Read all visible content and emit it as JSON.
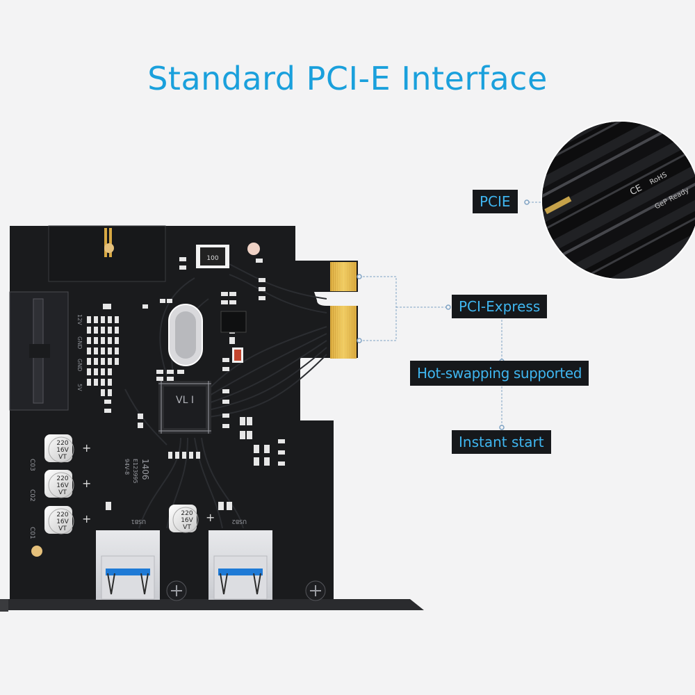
{
  "headline": "Standard PCI-E Interface",
  "callouts": {
    "pcie": "PCIE",
    "pci_express": "PCI-Express",
    "hot_swap": "Hot-swapping supported",
    "instant_start": "Instant start"
  },
  "board": {
    "chip_label": "VL I",
    "header_labels": [
      "12V",
      "GND",
      "GND",
      "5V"
    ],
    "capacitors": [
      {
        "ref": "C03",
        "rating": [
          "220",
          "16V",
          "VT"
        ]
      },
      {
        "ref": "C02",
        "rating": [
          "220",
          "16V",
          "VT"
        ]
      },
      {
        "ref": "C01",
        "rating": [
          "220",
          "16V",
          "VT"
        ]
      },
      {
        "ref": "",
        "rating": [
          "220",
          "16V",
          "VT"
        ]
      }
    ],
    "port_labels": [
      "USB1",
      "USB2"
    ],
    "misc_text": [
      "94V-8",
      "E123995",
      "1406"
    ],
    "inductor_label": "100"
  },
  "slot_photo": {
    "marks": [
      "CE",
      "RoHS",
      "GeP Ready"
    ]
  },
  "colors": {
    "accent": "#1aa0dc",
    "callout_bg": "#16181b",
    "callout_text": "#3fb6f0",
    "pcb": "#1a1b1d",
    "gold": "#e3b340",
    "connector_line": "#7fa3c4"
  }
}
